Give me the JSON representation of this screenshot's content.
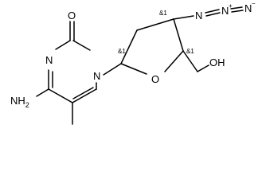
{
  "molecule": {
    "atoms": {
      "o_carbonyl": "O",
      "n1": "N",
      "n3": "N",
      "nh2": "NH",
      "nh2_sub": "2",
      "o_ring": "O",
      "oh": "OH",
      "azide_n1": "N",
      "azide_n2": "N",
      "azide_n2_charge": "+",
      "azide_n3": "N",
      "azide_n3_charge": "−"
    },
    "stereo_labels": {
      "c1_prime": "&1",
      "c3_prime": "&1",
      "c4_prime": "&1"
    }
  }
}
